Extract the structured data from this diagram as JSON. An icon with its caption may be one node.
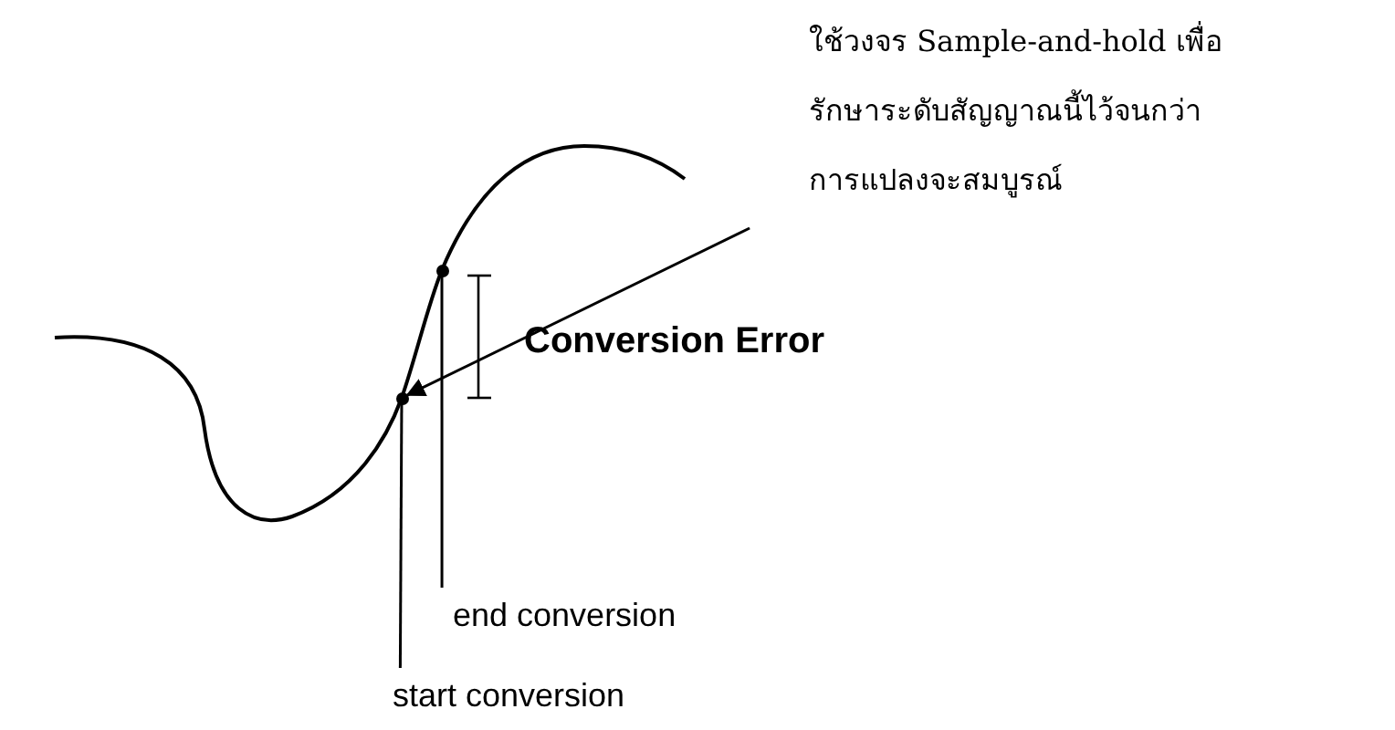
{
  "diagram": {
    "nodes": [
      {
        "text": [
          "ใช้วงจร Sample-and-hold เพื่อรักษาระดับสัญญาณนี้ไว้จนกว่าการแปลงจะสมบูรณ์"
        ]
      },
      {
        "text": [
          "end conversion"
        ]
      },
      {
        "text": [
          "start conversion"
        ]
      },
      {
        "text": [],
        "shape": "circle"
      },
      {
        "text": [],
        "shape": "circle"
      }
    ],
    "edges": [
      {
        "from": 0,
        "to": 4,
        "arrow": "to"
      },
      {
        "from": 1,
        "to": 3,
        "arrow": "none"
      },
      {
        "from": 2,
        "to": 4,
        "arrow": "none"
      }
    ],
    "labels": [
      "Conversion Error"
    ]
  }
}
